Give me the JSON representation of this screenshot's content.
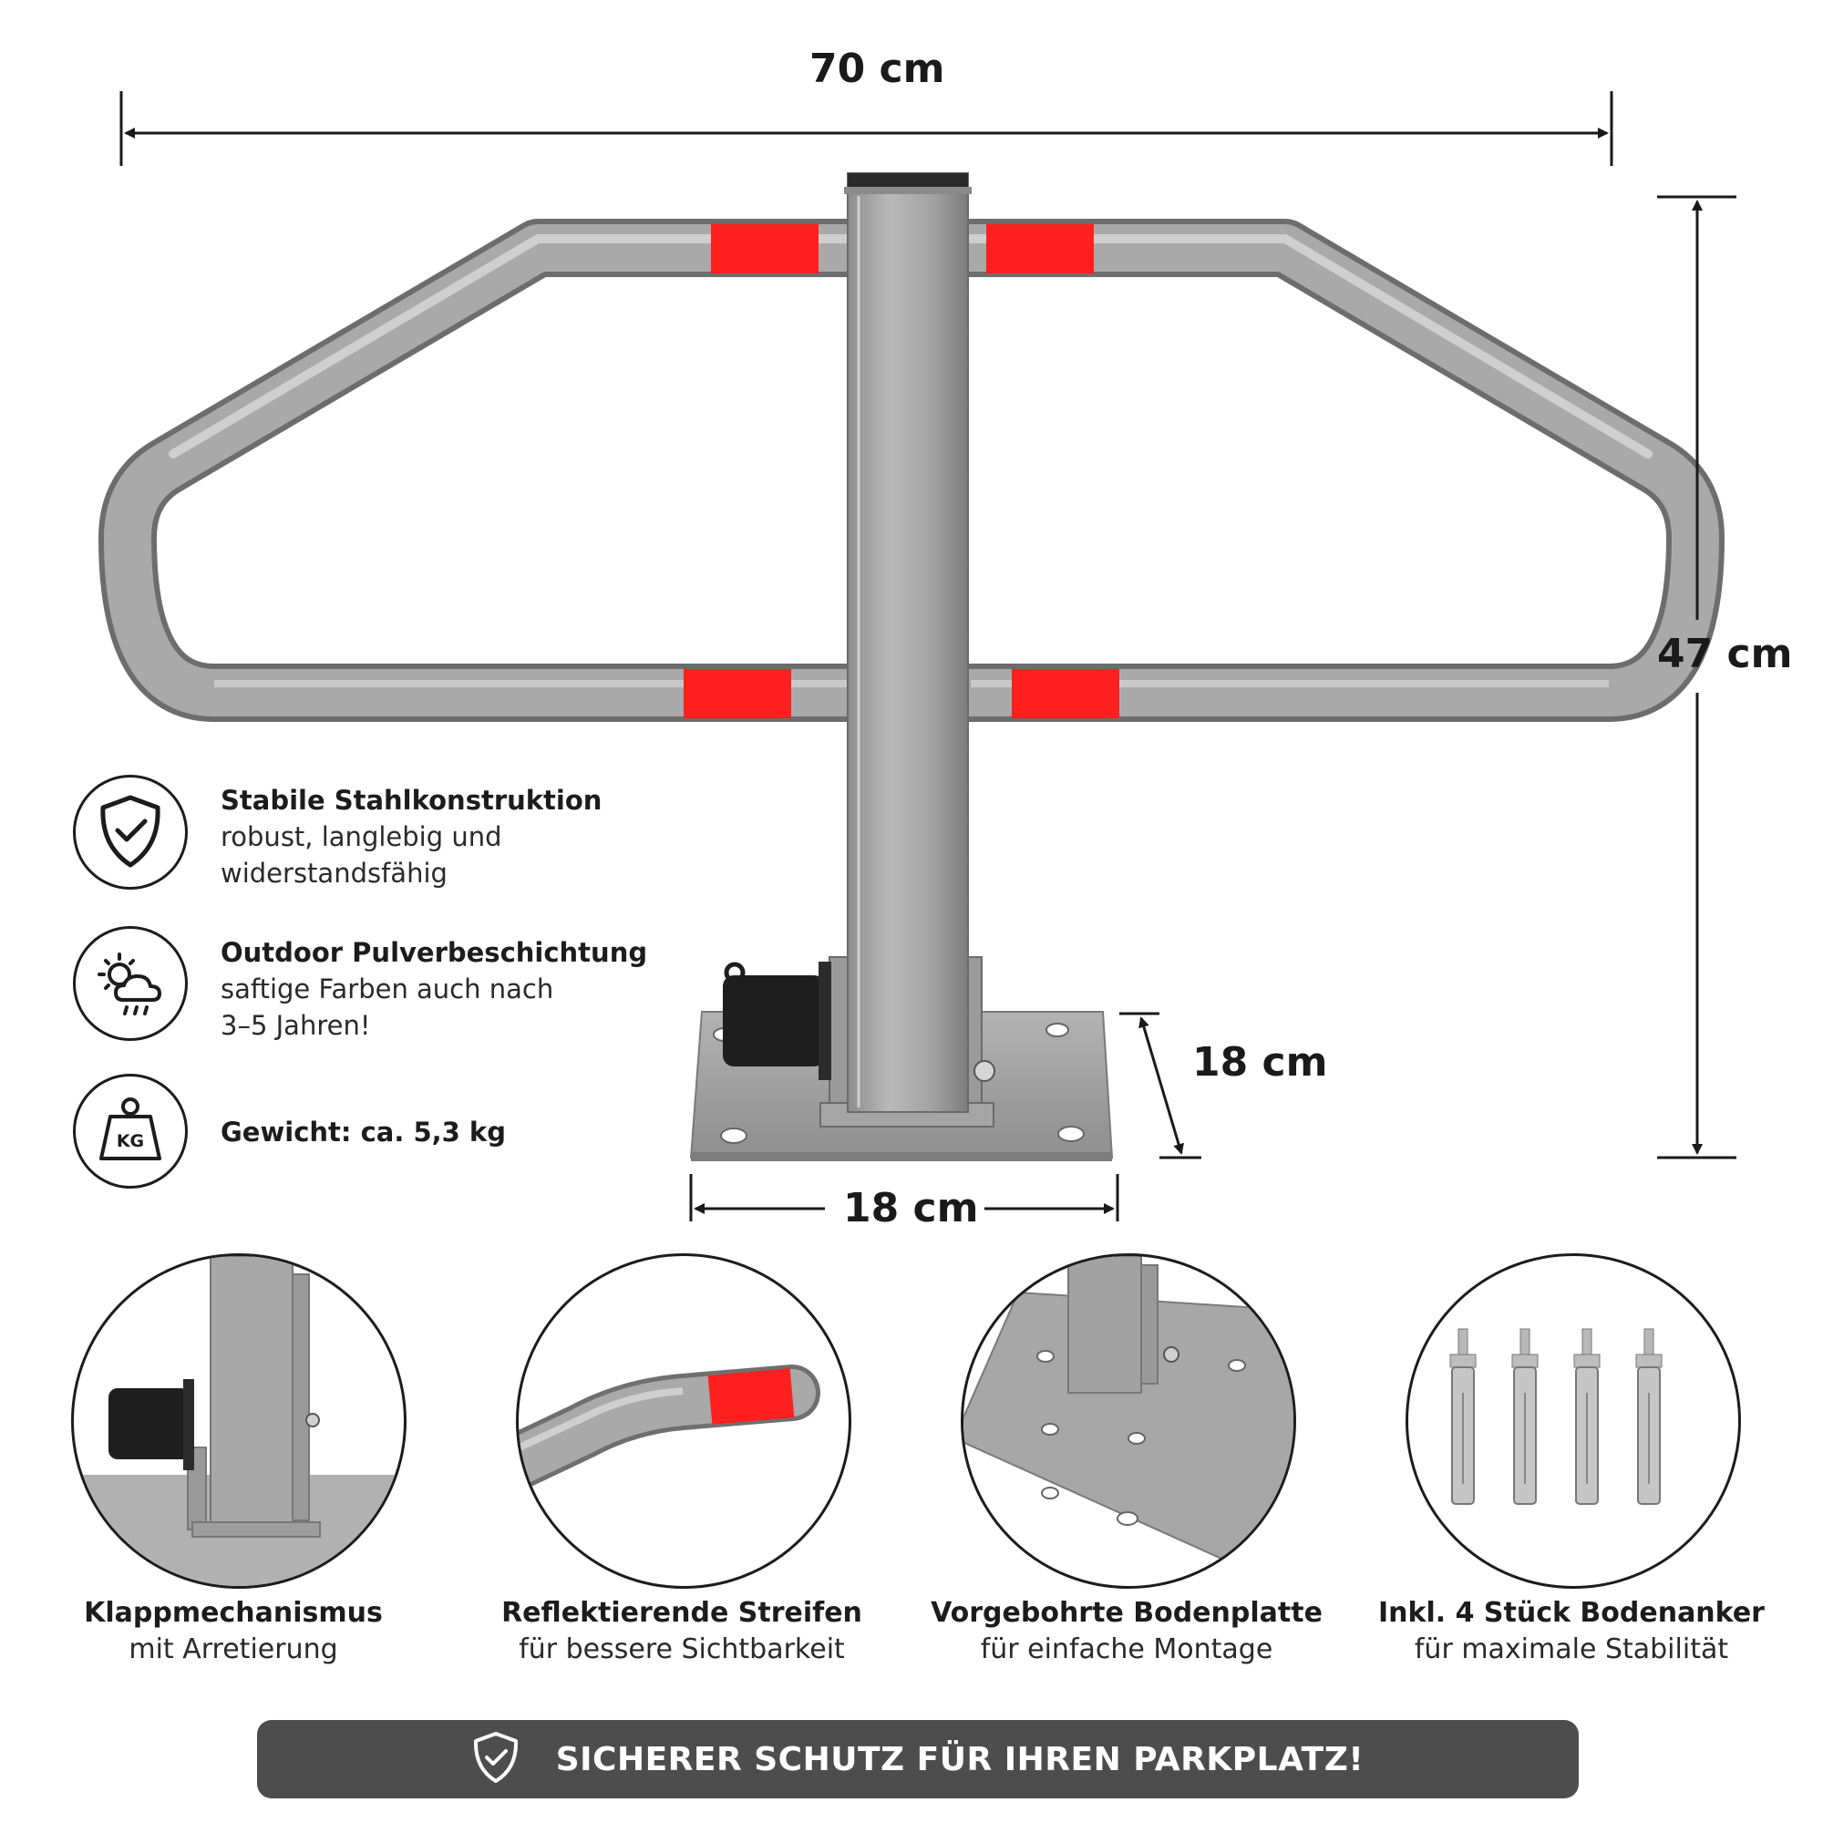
{
  "dimensions": {
    "width_label": "70 cm",
    "height_label": "47 cm",
    "depth_label": "18 cm",
    "base_width_label": "18 cm"
  },
  "features": [
    {
      "icon": "shield-check-icon",
      "title": "Stabile Stahlkonstruktion",
      "line1": "robust, langlebig und",
      "line2": "widerstandsfähig"
    },
    {
      "icon": "sun-cloud-rain-icon",
      "title": "Outdoor Pulverbeschichtung",
      "line1": "saftige Farben auch nach",
      "line2": "3–5 Jahren!"
    },
    {
      "icon": "weight-kg-icon",
      "title": "Gewicht: ca. 5,3 kg",
      "icon_label": "KG"
    }
  ],
  "details": [
    {
      "title": "Klappmechanismus",
      "subtitle": "mit Arretierung"
    },
    {
      "title": "Reflektierende Streifen",
      "subtitle": "für bessere Sichtbarkeit"
    },
    {
      "title": "Vorgebohrte Bodenplatte",
      "subtitle": "für einfache Montage"
    },
    {
      "title": "Inkl. 4 Stück Bodenanker",
      "subtitle": "für maximale Stabilität"
    }
  ],
  "banner": {
    "icon": "shield-check-icon",
    "text": "SICHERER SCHUTZ FÜR IHREN PARKPLATZ!"
  },
  "colors": {
    "steel": "#9e9e9e",
    "reflector_red": "#ff1f1f",
    "banner_bg": "#4d4d4d",
    "ink": "#1c1c1c"
  }
}
